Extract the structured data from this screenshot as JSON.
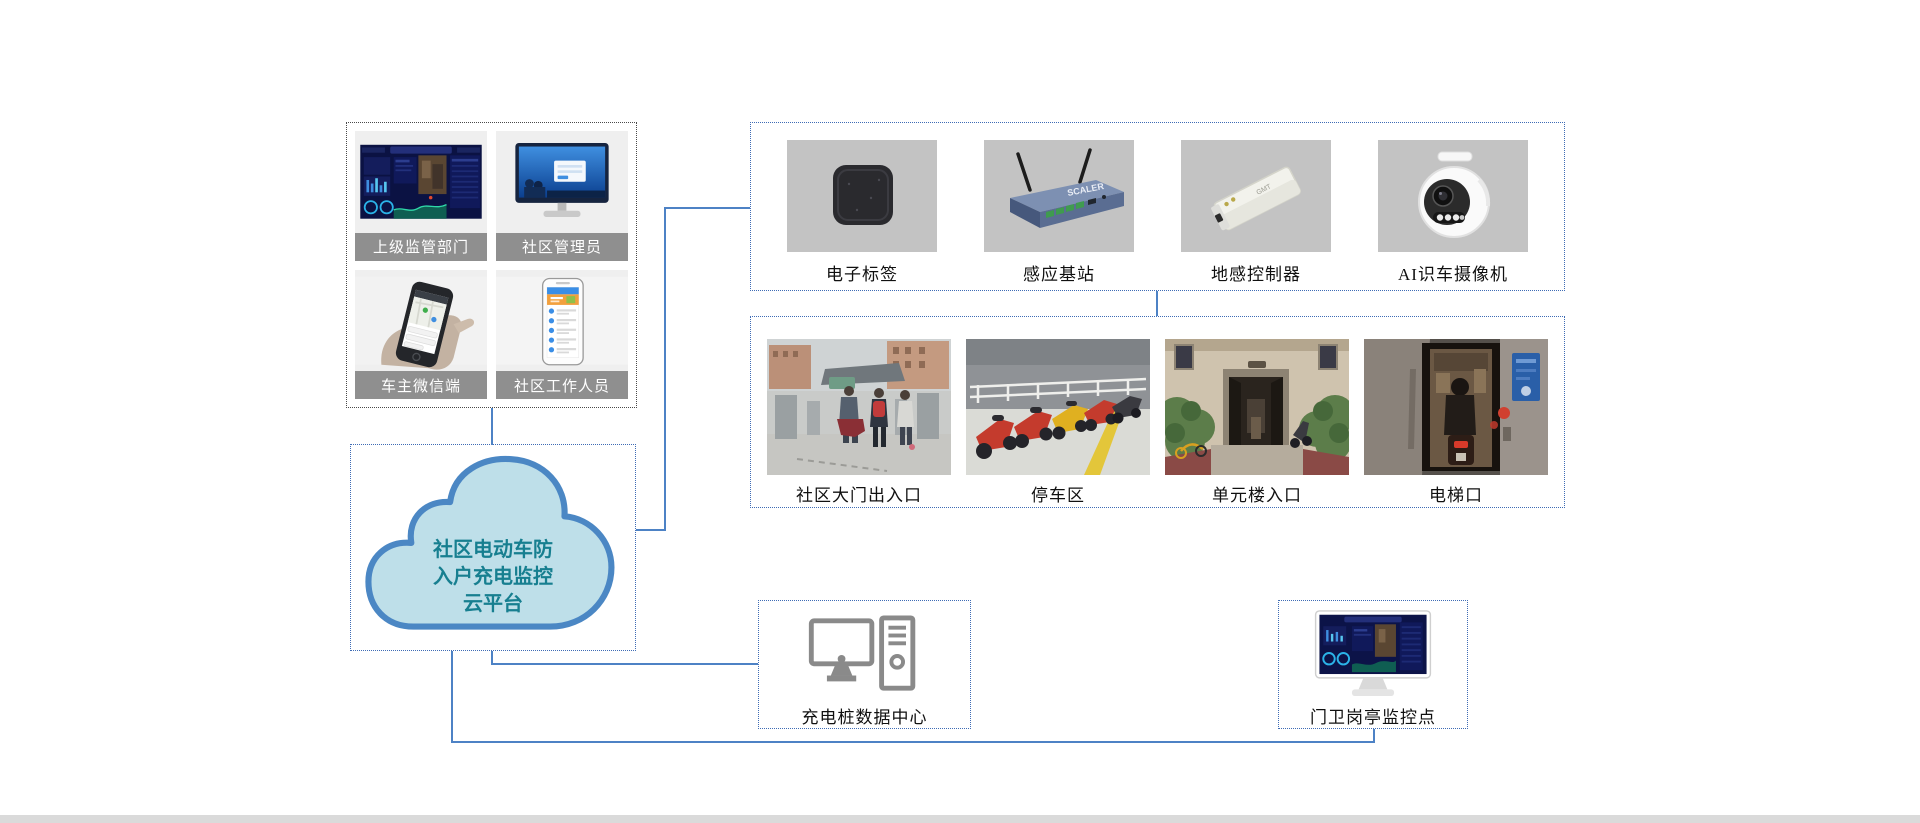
{
  "diagram": {
    "title_hint": "community e-bike anti-indoor-charging monitoring cloud platform architecture"
  },
  "colors": {
    "connector": "#4d82c5",
    "panel_border_blue": "#3f6cb5",
    "panel_border_dark": "#4a4a4a",
    "user_label_bar_bg": "#8f8f8f",
    "user_label_text": "#ffffff",
    "user_tile_bg": "#efefef",
    "device_tile_bg": "#c3c3c3",
    "cloud_fill": "#bedfe9",
    "cloud_border": "#4b87c4",
    "cloud_text": "#177f90",
    "label_text": "#101010"
  },
  "cloud": {
    "lines": [
      "社区电动车防",
      "入户充电监控",
      "云平台"
    ]
  },
  "users_panel": {
    "tiles": [
      {
        "label": "上级监管部门",
        "image": "supervision-dashboard"
      },
      {
        "label": "社区管理员",
        "image": "desktop-monitor"
      },
      {
        "label": "车主微信端",
        "image": "phone-in-hand-map"
      },
      {
        "label": "社区工作人员",
        "image": "phone-worklist-app"
      }
    ]
  },
  "devices_panel": {
    "items": [
      {
        "label": "电子标签",
        "image": "electronic-tag"
      },
      {
        "label": "感应基站",
        "image": "sensing-base-station",
        "device_brand": "SCALER"
      },
      {
        "label": "地感控制器",
        "image": "ground-sense-controller"
      },
      {
        "label": "AI识车摄像机",
        "image": "ai-vehicle-camera"
      }
    ]
  },
  "locations_panel": {
    "items": [
      {
        "label": "社区大门出入口",
        "image": "community-gate-photo"
      },
      {
        "label": "停车区",
        "image": "parking-area-photo"
      },
      {
        "label": "单元楼入口",
        "image": "unit-entrance-photo"
      },
      {
        "label": "电梯口",
        "image": "elevator-entrance-photo"
      }
    ]
  },
  "data_center": {
    "label": "充电桩数据中心"
  },
  "guard_station": {
    "label": "门卫岗亭监控点"
  }
}
